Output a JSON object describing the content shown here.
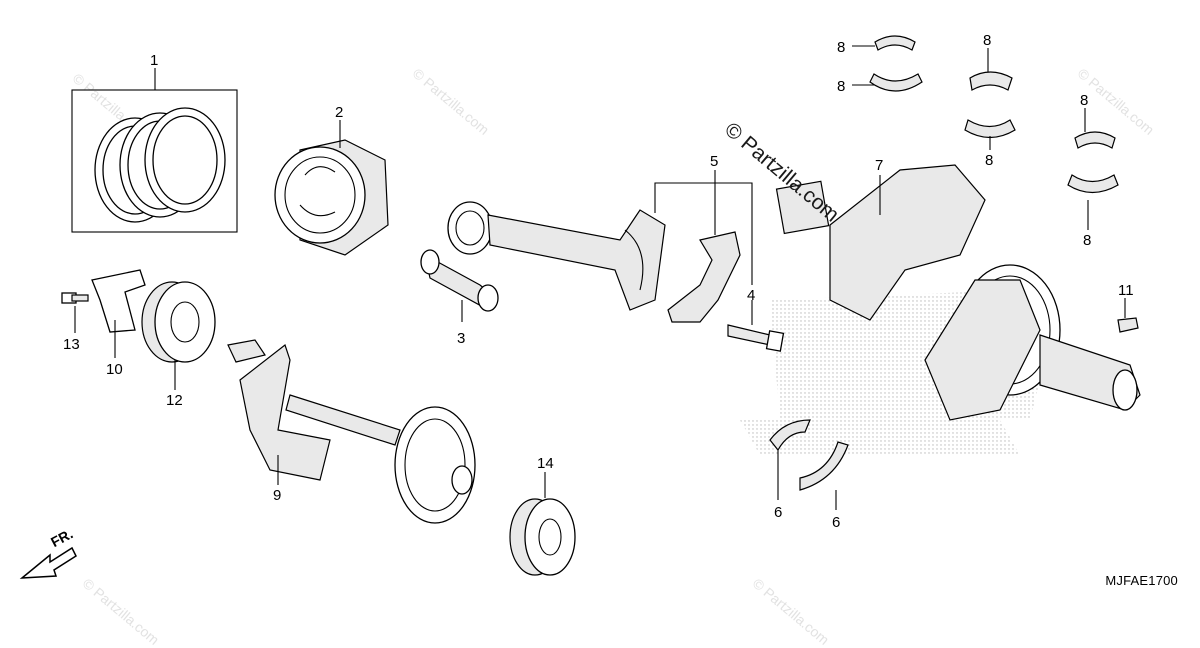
{
  "callouts": {
    "c1": "1",
    "c2": "2",
    "c3": "3",
    "c4": "4",
    "c5": "5",
    "c6a": "6",
    "c6b": "6",
    "c7": "7",
    "c8a": "8",
    "c8b": "8",
    "c8c": "8",
    "c8d": "8",
    "c8e": "8",
    "c8f": "8",
    "c9": "9",
    "c10": "10",
    "c11": "11",
    "c12": "12",
    "c13": "13",
    "c14": "14"
  },
  "copyright": "© Partzilla.com",
  "watermark": "© Partzilla.com",
  "ref_code": "MJFAE1700",
  "direction_label": "FR.",
  "colors": {
    "line": "#000000",
    "shade": "#e9e9e9",
    "stipple": "#bdbdbd"
  }
}
